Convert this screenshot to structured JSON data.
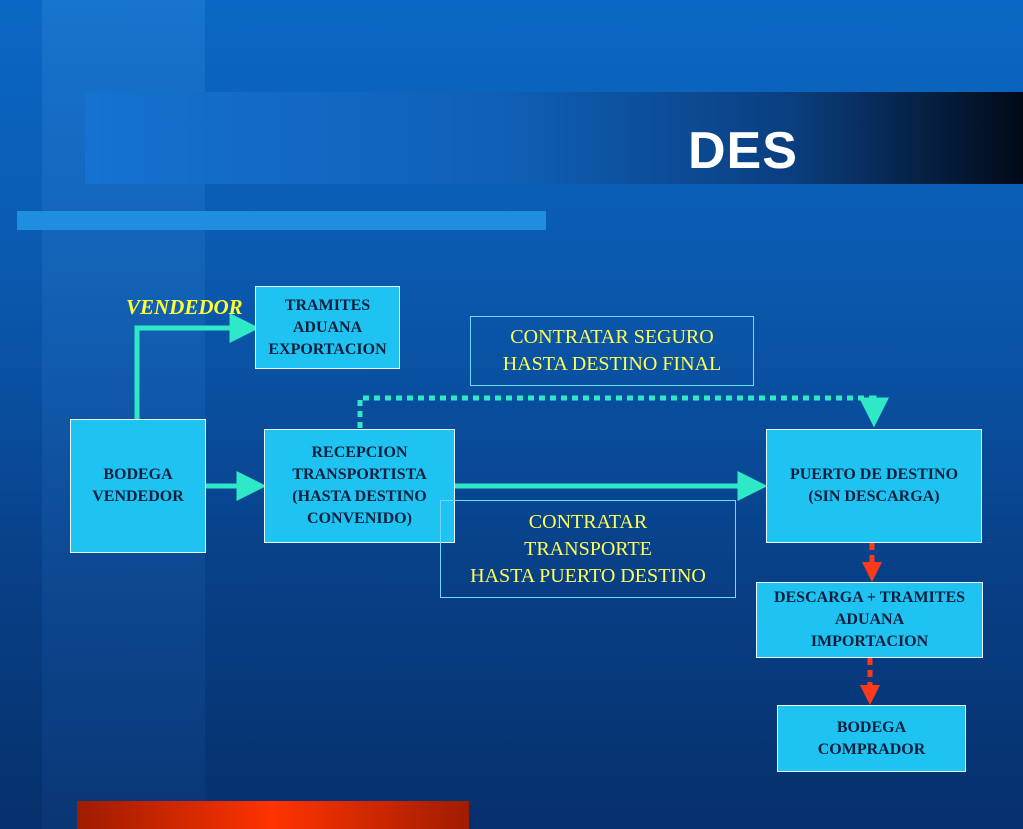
{
  "slide": {
    "title": "DES"
  },
  "diagram": {
    "vendedor_label": "VENDEDOR",
    "tramites_exportacion": "TRAMITES\nADUANA\nEXPORTACION",
    "bodega_vendedor": "BODEGA\nVENDEDOR",
    "recepcion_transportista": "RECEPCION\nTRANSPORTISTA\n(HASTA DESTINO\nCONVENIDO)",
    "puerto_destino": "PUERTO DE  DESTINO\n(SIN DESCARGA)",
    "descarga_tramites": "DESCARGA + TRAMITES\nADUANA\nIMPORTACION",
    "bodega_comprador": "BODEGA\nCOMPRADOR",
    "contratar_seguro": "CONTRATAR SEGURO\nHASTA DESTINO FINAL",
    "contratar_transporte": "CONTRATAR\nTRANSPORTE\nHASTA PUERTO DESTINO"
  },
  "colors": {
    "arrow_main": "#2ee8c8",
    "arrow_dashed_red": "#ff3a1a",
    "box_fill": "#1ec3f2",
    "note_text": "#ffff55"
  }
}
